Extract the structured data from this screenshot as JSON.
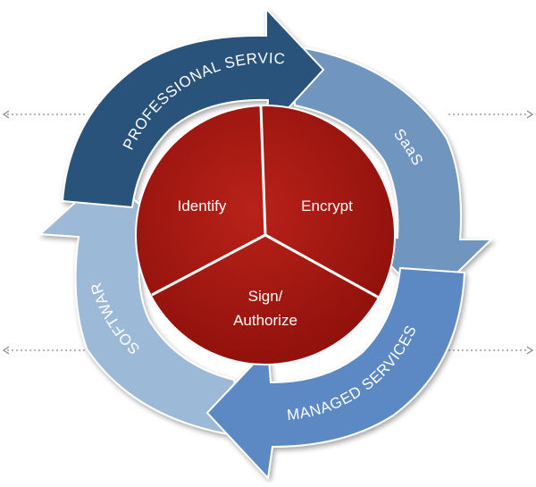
{
  "diagram": {
    "core": {
      "segments": [
        "Identify",
        "Encrypt",
        "Sign/",
        "Authorize"
      ],
      "color": "#a8170f"
    },
    "cycle": [
      {
        "label": "PROFESSIONAL SERVICES",
        "color": "#2b527c"
      },
      {
        "label": "SaaS",
        "color": "#6f96bf"
      },
      {
        "label": "MANAGED SERVICES",
        "color": "#5b88c4"
      },
      {
        "label": "SOFTWARE",
        "color": "#9db9d8"
      }
    ],
    "side_markers": [
      "left-top",
      "right-top",
      "left-bottom",
      "right-bottom"
    ]
  }
}
